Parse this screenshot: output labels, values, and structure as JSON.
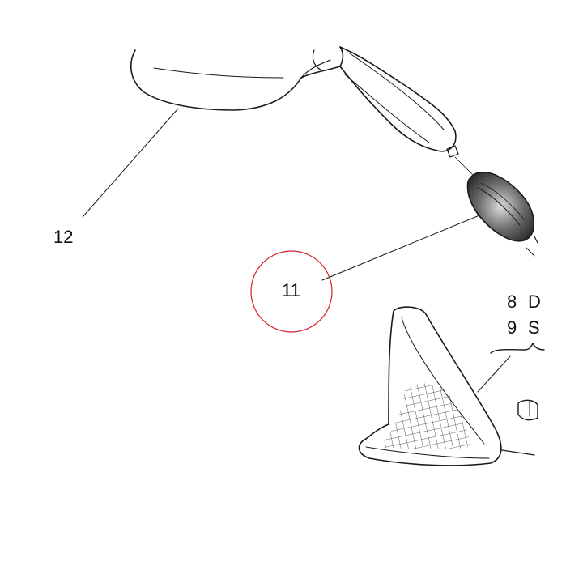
{
  "callouts": {
    "part_12": "12",
    "part_11": "11",
    "part_8_prefix": "8",
    "part_8_partial": "D",
    "part_9_prefix": "9",
    "part_9_partial": "S"
  },
  "highlight": {
    "target": "11",
    "color": "#d81e2c"
  },
  "colors": {
    "line": "#1a1a1a",
    "background": "#ffffff",
    "seal_fill": "#3a3a3a"
  }
}
